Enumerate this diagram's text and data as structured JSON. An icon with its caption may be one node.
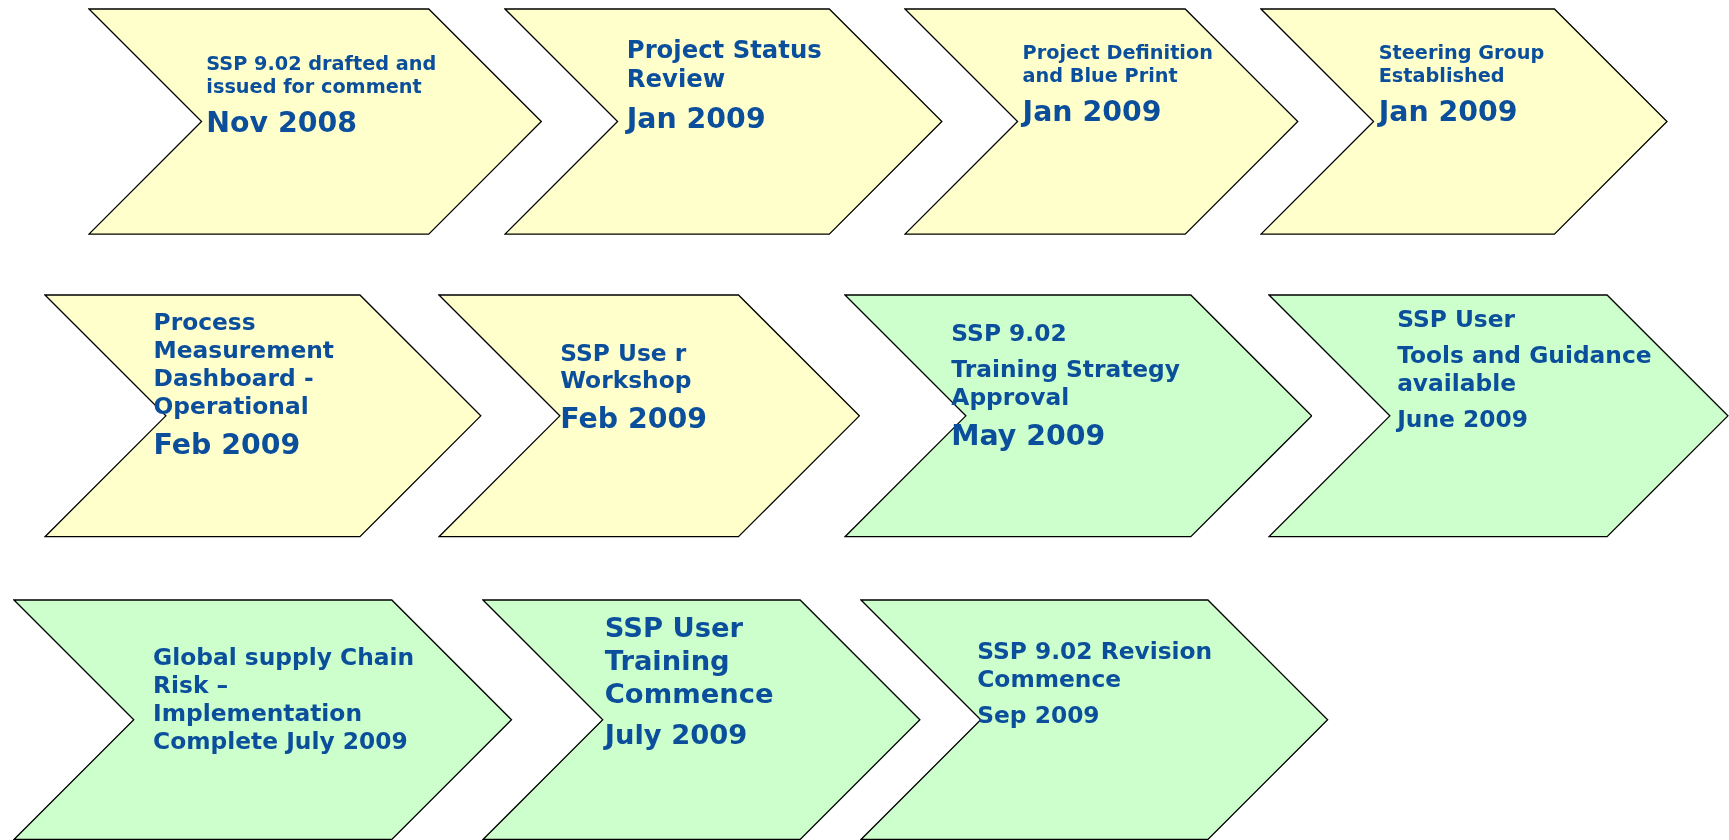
{
  "diagram": {
    "nodes": [
      {
        "text": [
          "SSP 9.02 drafted and issued for comment",
          "Nov 2008"
        ]
      },
      {
        "text": [
          "Project Status Review",
          "Jan 2009"
        ]
      },
      {
        "text": [
          "Project Definition and Blue Print",
          "Jan 2009"
        ]
      },
      {
        "text": [
          "Steering Group Established",
          "Jan 2009"
        ]
      },
      {
        "text": [
          "Process Measurement Dashboard - Operational",
          "Feb 2009"
        ]
      },
      {
        "text": [
          "SSP Use r Workshop",
          "Feb 2009"
        ]
      },
      {
        "text": [
          "SSP 9.02",
          "Training Strategy Approval",
          "May 2009"
        ]
      },
      {
        "text": [
          "SSP User",
          "Tools and Guidance available",
          "June 2009"
        ]
      },
      {
        "text": [
          "Global supply Chain Risk – Implementation Complete July 2009"
        ]
      },
      {
        "text": [
          "SSP User Training Commence",
          "July 2009"
        ]
      },
      {
        "text": [
          "SSP 9.02 Revision Commence",
          "Sep 2009"
        ]
      }
    ]
  }
}
